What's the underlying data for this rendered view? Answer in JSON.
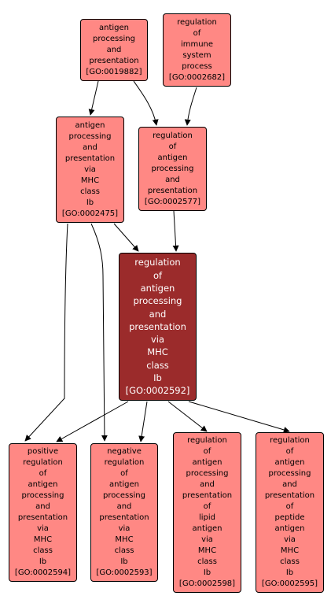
{
  "colors": {
    "node_fill": "#ff8884",
    "focus_fill": "#9b2b2b",
    "edge": "#000000"
  },
  "nodes": [
    {
      "id": "GO0019882",
      "label": "antigen\nprocessing\nand\npresentation\n[GO:0019882]"
    },
    {
      "id": "GO0002682",
      "label": "regulation\nof\nimmune\nsystem\nprocess\n[GO:0002682]"
    },
    {
      "id": "GO0002475",
      "label": "antigen\nprocessing\nand\npresentation\nvia\nMHC\nclass\nIb\n[GO:0002475]"
    },
    {
      "id": "GO0002577",
      "label": "regulation\nof\nantigen\nprocessing\nand\npresentation\n[GO:0002577]"
    },
    {
      "id": "GO0002592",
      "label": "regulation\nof\nantigen\nprocessing\nand\npresentation\nvia\nMHC\nclass\nIb\n[GO:0002592]",
      "focus": true
    },
    {
      "id": "GO0002594",
      "label": "positive\nregulation\nof\nantigen\nprocessing\nand\npresentation\nvia\nMHC\nclass\nIb\n[GO:0002594]"
    },
    {
      "id": "GO0002593",
      "label": "negative\nregulation\nof\nantigen\nprocessing\nand\npresentation\nvia\nMHC\nclass\nIb\n[GO:0002593]"
    },
    {
      "id": "GO0002598",
      "label": "regulation\nof\nantigen\nprocessing\nand\npresentation\nof\nlipid\nantigen\nvia\nMHC\nclass\nIb\n[GO:0002598]"
    },
    {
      "id": "GO0002595",
      "label": "regulation\nof\nantigen\nprocessing\nand\npresentation\nof\npeptide\nantigen\nvia\nMHC\nclass\nIb\n[GO:0002595]"
    }
  ],
  "edges": [
    {
      "from": "GO0019882",
      "to": "GO0002475"
    },
    {
      "from": "GO0019882",
      "to": "GO0002577"
    },
    {
      "from": "GO0002682",
      "to": "GO0002577"
    },
    {
      "from": "GO0002475",
      "to": "GO0002592"
    },
    {
      "from": "GO0002475",
      "to": "GO0002594"
    },
    {
      "from": "GO0002475",
      "to": "GO0002593"
    },
    {
      "from": "GO0002577",
      "to": "GO0002592"
    },
    {
      "from": "GO0002592",
      "to": "GO0002594"
    },
    {
      "from": "GO0002592",
      "to": "GO0002593"
    },
    {
      "from": "GO0002592",
      "to": "GO0002598"
    },
    {
      "from": "GO0002592",
      "to": "GO0002595"
    }
  ]
}
